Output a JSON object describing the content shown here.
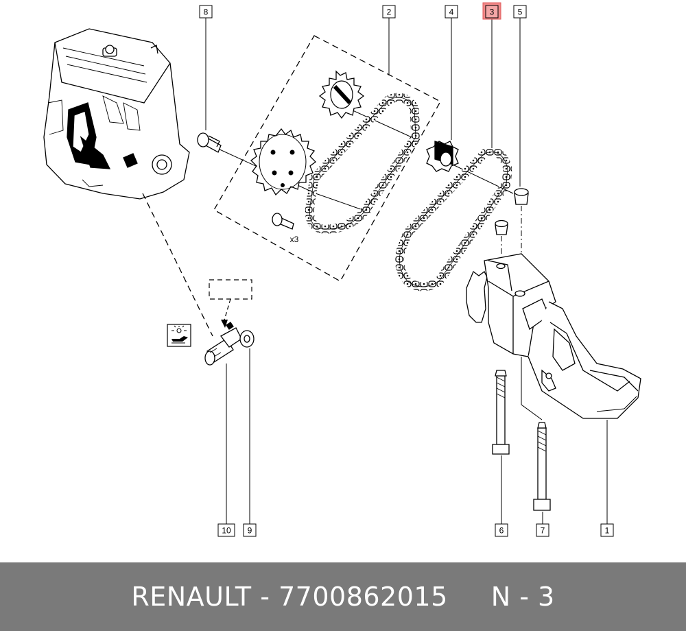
{
  "callouts": {
    "c1": "1",
    "c2": "2",
    "c3": "3",
    "c4": "4",
    "c5": "5",
    "c6": "6",
    "c7": "7",
    "c8": "8",
    "c9": "9",
    "c10": "10"
  },
  "highlighted_callout": "3",
  "highlight_color": "#f08a8a",
  "qty_note": "x3",
  "footer": {
    "brand": "RENAULT",
    "part_number": "7700862015",
    "position": "N - 3"
  },
  "icons": [
    "engine-block-icon",
    "oil-pressure-warning-icon"
  ]
}
